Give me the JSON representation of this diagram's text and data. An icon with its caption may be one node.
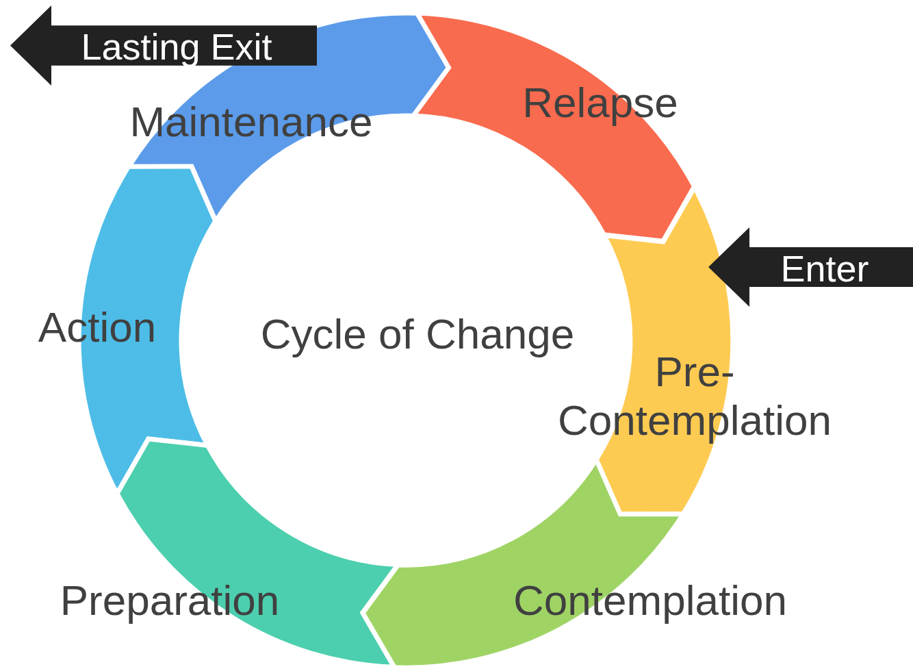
{
  "diagram": {
    "nodes": [
      {
        "text": [
          "Lasting Exit"
        ]
      },
      {
        "text": [
          "Maintenance"
        ]
      },
      {
        "text": [
          "Relapse"
        ]
      },
      {
        "text": [
          "Enter"
        ]
      },
      {
        "text": [
          "Action"
        ]
      },
      {
        "text": [
          "Pre- Contemplation"
        ]
      },
      {
        "text": [
          "Preparation"
        ]
      },
      {
        "text": [
          "Contemplation"
        ]
      }
    ],
    "labels": [
      "Cycle of Change"
    ]
  }
}
